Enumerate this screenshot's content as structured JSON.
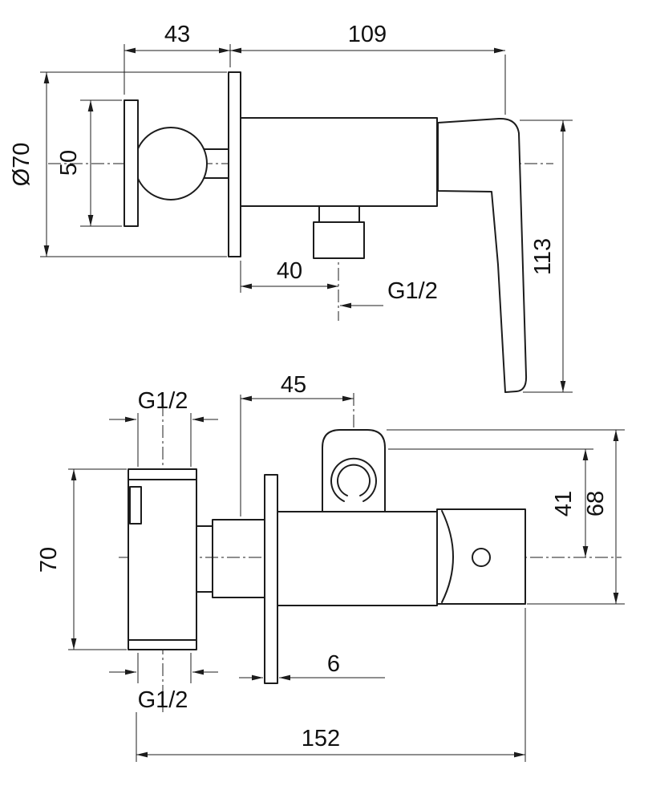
{
  "page": {
    "background": "#ffffff",
    "line_color": "#1c1c1c"
  },
  "views": {
    "top": {
      "labels": {
        "dim_43": "43",
        "dim_109": "109",
        "dim_dia_70": "Ø70",
        "dim_50": "50",
        "dim_40": "40",
        "thread": "G1/2",
        "dim_113": "113"
      }
    },
    "bottom": {
      "labels": {
        "thread_top": "G1/2",
        "dim_70": "70",
        "dim_45": "45",
        "dim_41": "41",
        "dim_68": "68",
        "dim_6": "6",
        "thread_bottom": "G1/2",
        "dim_152": "152"
      }
    }
  }
}
